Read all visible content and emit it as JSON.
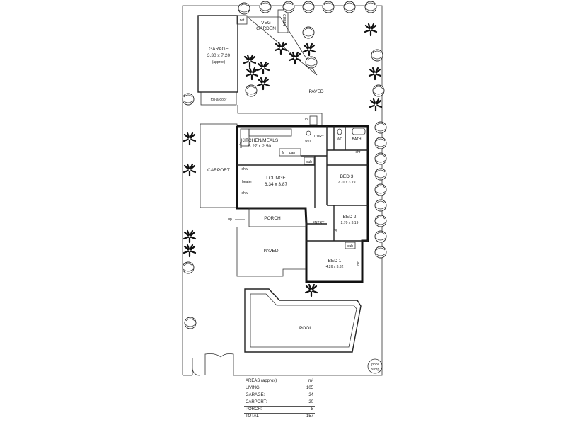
{
  "rooms": {
    "garage_name": "GARAGE",
    "garage_size": "3.30 x 7.20",
    "garage_note": "(approx)",
    "roll_a_door": "roll-a-door",
    "carport": "CARPORT",
    "veg_garden_1": "VEG",
    "veg_garden_2": "GARDEN",
    "cubby": "CUBBY",
    "rwt": "rwt",
    "paved_rear": "PAVED",
    "kitchen_name": "KITCHEN/MEALS",
    "kitchen_size": "5.27 x 2.50",
    "laundry": "L'DRY",
    "wc": "WC",
    "bath": "BATH",
    "lounge_name": "LOUNGE",
    "lounge_size": "6.34 x 3.87",
    "bed3_name": "BED 3",
    "bed3_size": "2.70 x 3.19",
    "bed2_name": "BED 2",
    "bed2_size": "2.70 x 3.19",
    "bed1_name": "BED 1",
    "bed1_size": "4.26 x 3.32",
    "porch": "PORCH",
    "entry": "ENTRY",
    "paved_front": "PAVED",
    "pool": "POOL",
    "pool_pump_1": "pool",
    "pool_pump_2": "pump"
  },
  "fixtures": {
    "up_rear": "up",
    "up_side": "up",
    "cub_kitchen": "cub",
    "cub_lounge": "cub",
    "cub_bed1": "cub",
    "pan": "pan",
    "fr": "fr",
    "wm": "wm",
    "shr": "shr",
    "shlv": "shlv",
    "heater": "heater",
    "blr_bed2": "blr",
    "blr_bed1": "blr"
  },
  "areas": {
    "header_label": "AREAS (approx)",
    "unit": "m²",
    "rows": [
      {
        "label": "LIVING:",
        "value": "105"
      },
      {
        "label": "GARAGE:",
        "value": "24"
      },
      {
        "label": "CARPORT:",
        "value": "20"
      },
      {
        "label": "PORCH:",
        "value": "8"
      }
    ],
    "total_label": "TOTAL",
    "total_value": "157"
  }
}
